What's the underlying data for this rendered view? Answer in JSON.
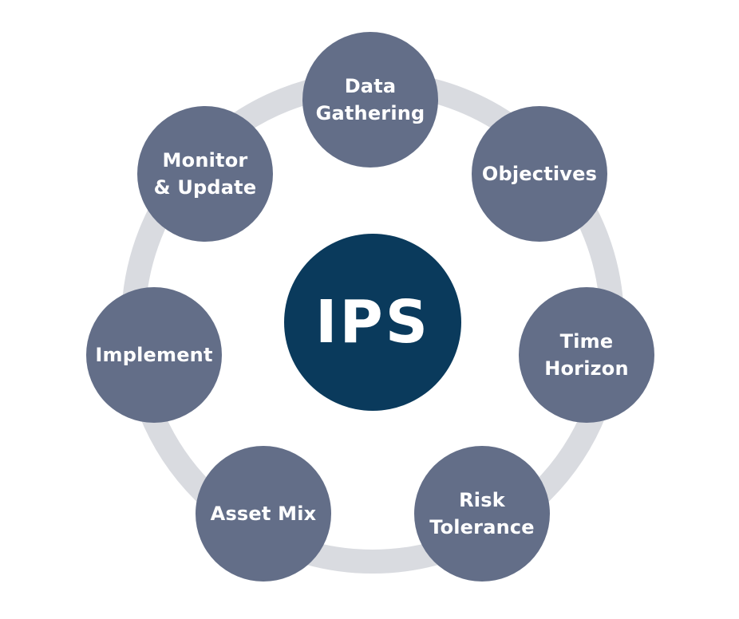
{
  "diagram": {
    "center_label": "IPS",
    "steps": [
      {
        "label": "Data\nGathering"
      },
      {
        "label": "Objectives"
      },
      {
        "label": "Time\nHorizon"
      },
      {
        "label": "Risk\nTolerance"
      },
      {
        "label": "Asset  Mix"
      },
      {
        "label": "Implement"
      },
      {
        "label": "Monitor\n& Update"
      }
    ]
  },
  "colors": {
    "step_fill": "#636e88",
    "center_fill": "#0a3a5c",
    "ring": "#d9dbe0",
    "text": "#ffffff"
  }
}
